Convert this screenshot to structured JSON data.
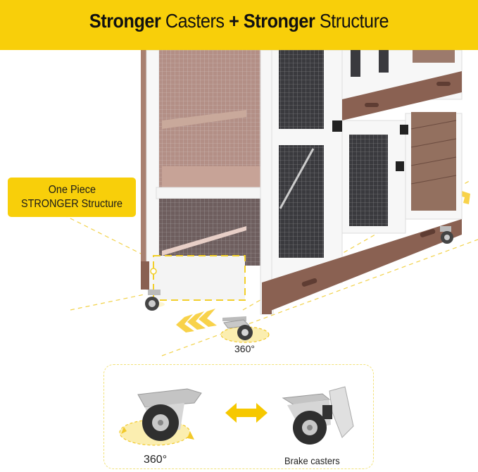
{
  "banner": {
    "title_part1_bold": "Stronger",
    "title_part2": " Casters ",
    "title_plus": "+",
    "title_part3_bold": " Stronger",
    "title_part4": " Structure",
    "background_color": "#f8cf0a"
  },
  "callout": {
    "line1": "One Piece",
    "line2": "STRONGER Structure"
  },
  "wheel_rotation_label": "360°",
  "feature_box": {
    "left_caster_label": "360°",
    "right_caster_label": "Brake casters",
    "arrow_icon": "double-arrow-icon"
  },
  "colors": {
    "accent_yellow": "#f8cf0a",
    "wood_brown": "#8a6152",
    "frame_white": "#f7f7f7",
    "mesh_dark": "#3a3a3e"
  }
}
